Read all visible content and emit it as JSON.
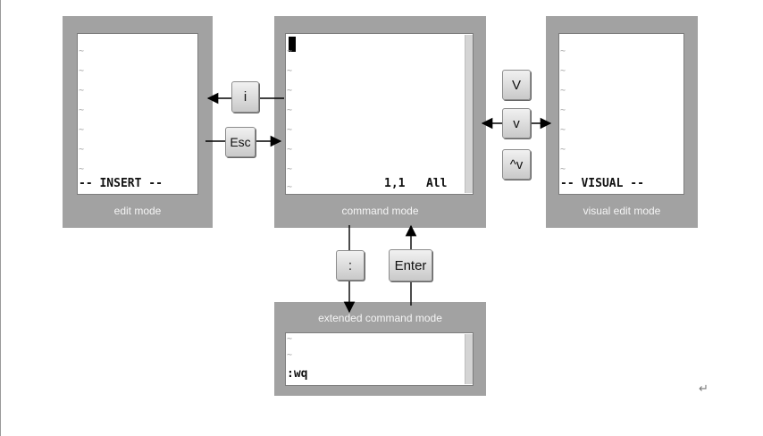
{
  "modes": {
    "insert": {
      "status": "-- INSERT --",
      "caption": "edit mode"
    },
    "command": {
      "status": "1,1   All",
      "caption": "command mode"
    },
    "visual": {
      "status": "-- VISUAL --",
      "caption": "visual edit mode"
    },
    "extended": {
      "status": ":wq",
      "caption": "extended command mode"
    }
  },
  "tilde": "~",
  "keys": {
    "insert": "i",
    "escape": "Esc",
    "visual_line": "V",
    "visual": "v",
    "visual_block": "^v",
    "colon": ":",
    "enter": "Enter"
  },
  "return_mark": "↵",
  "colors": {
    "panel": "#a2a2a2",
    "caption_text": "#f4f4f4",
    "key_face": "#e0e0e0",
    "arrow": "#000000"
  }
}
